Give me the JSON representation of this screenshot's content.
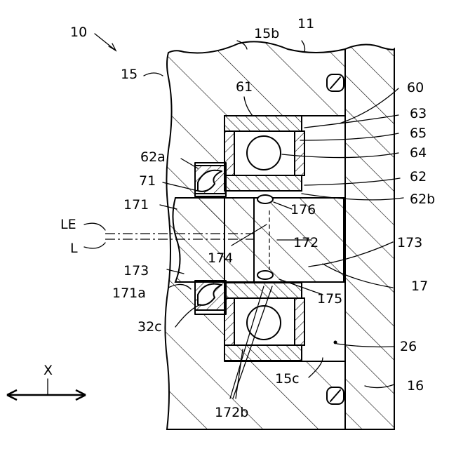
{
  "labels": {
    "fig_ref": "10",
    "l_15b": "15b",
    "l_11": "11",
    "l_15": "15",
    "l_61": "61",
    "l_60": "60",
    "l_63": "63",
    "l_65": "65",
    "l_64": "64",
    "l_62a": "62a",
    "l_62": "62",
    "l_71": "71",
    "l_62b": "62b",
    "l_171": "171",
    "l_176": "176",
    "l_LE": "LE",
    "l_172": "172",
    "l_173_right": "173",
    "l_L": "L",
    "l_174": "174",
    "l_173_left": "173",
    "l_17": "17",
    "l_171a": "171a",
    "l_175": "175",
    "l_32c": "32c",
    "l_26": "26",
    "l_15c": "15c",
    "l_16": "16",
    "l_X": "X",
    "l_172b": "172b"
  }
}
